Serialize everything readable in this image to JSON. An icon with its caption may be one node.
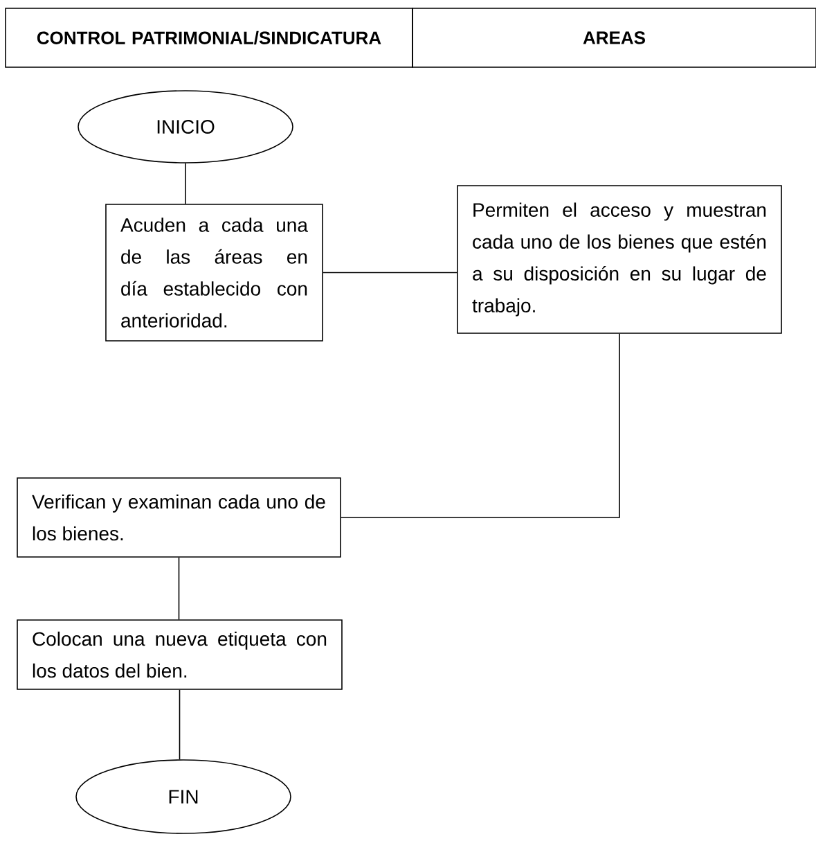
{
  "diagram": {
    "nodes": [
      {
        "text": [
          "CONTROL PATRIMONIAL/SINDICATURA"
        ]
      },
      {
        "text": [
          "AREAS"
        ]
      },
      {
        "text": [
          "INICIO"
        ]
      },
      {
        "text": [
          "Acuden a cada una de las áreas en día establecido con anterioridad."
        ]
      },
      {
        "text": [
          "Permiten el acceso y muestran cada uno de los bienes que estén a su disposición en su lugar de trabajo."
        ]
      },
      {
        "text": [
          "Verifican y examinan cada uno de los bienes."
        ]
      },
      {
        "text": [
          "Colocan una nueva etiqueta con los datos del bien."
        ]
      },
      {
        "text": [
          "FIN"
        ]
      }
    ],
    "edges": [
      {
        "from": 2,
        "to": 3,
        "arrow": "none"
      },
      {
        "from": 3,
        "to": 4,
        "arrow": "none"
      },
      {
        "from": 4,
        "to": 5,
        "arrow": "none"
      },
      {
        "from": 5,
        "to": 6,
        "arrow": "none"
      },
      {
        "from": 6,
        "to": 7,
        "arrow": "none"
      }
    ]
  }
}
